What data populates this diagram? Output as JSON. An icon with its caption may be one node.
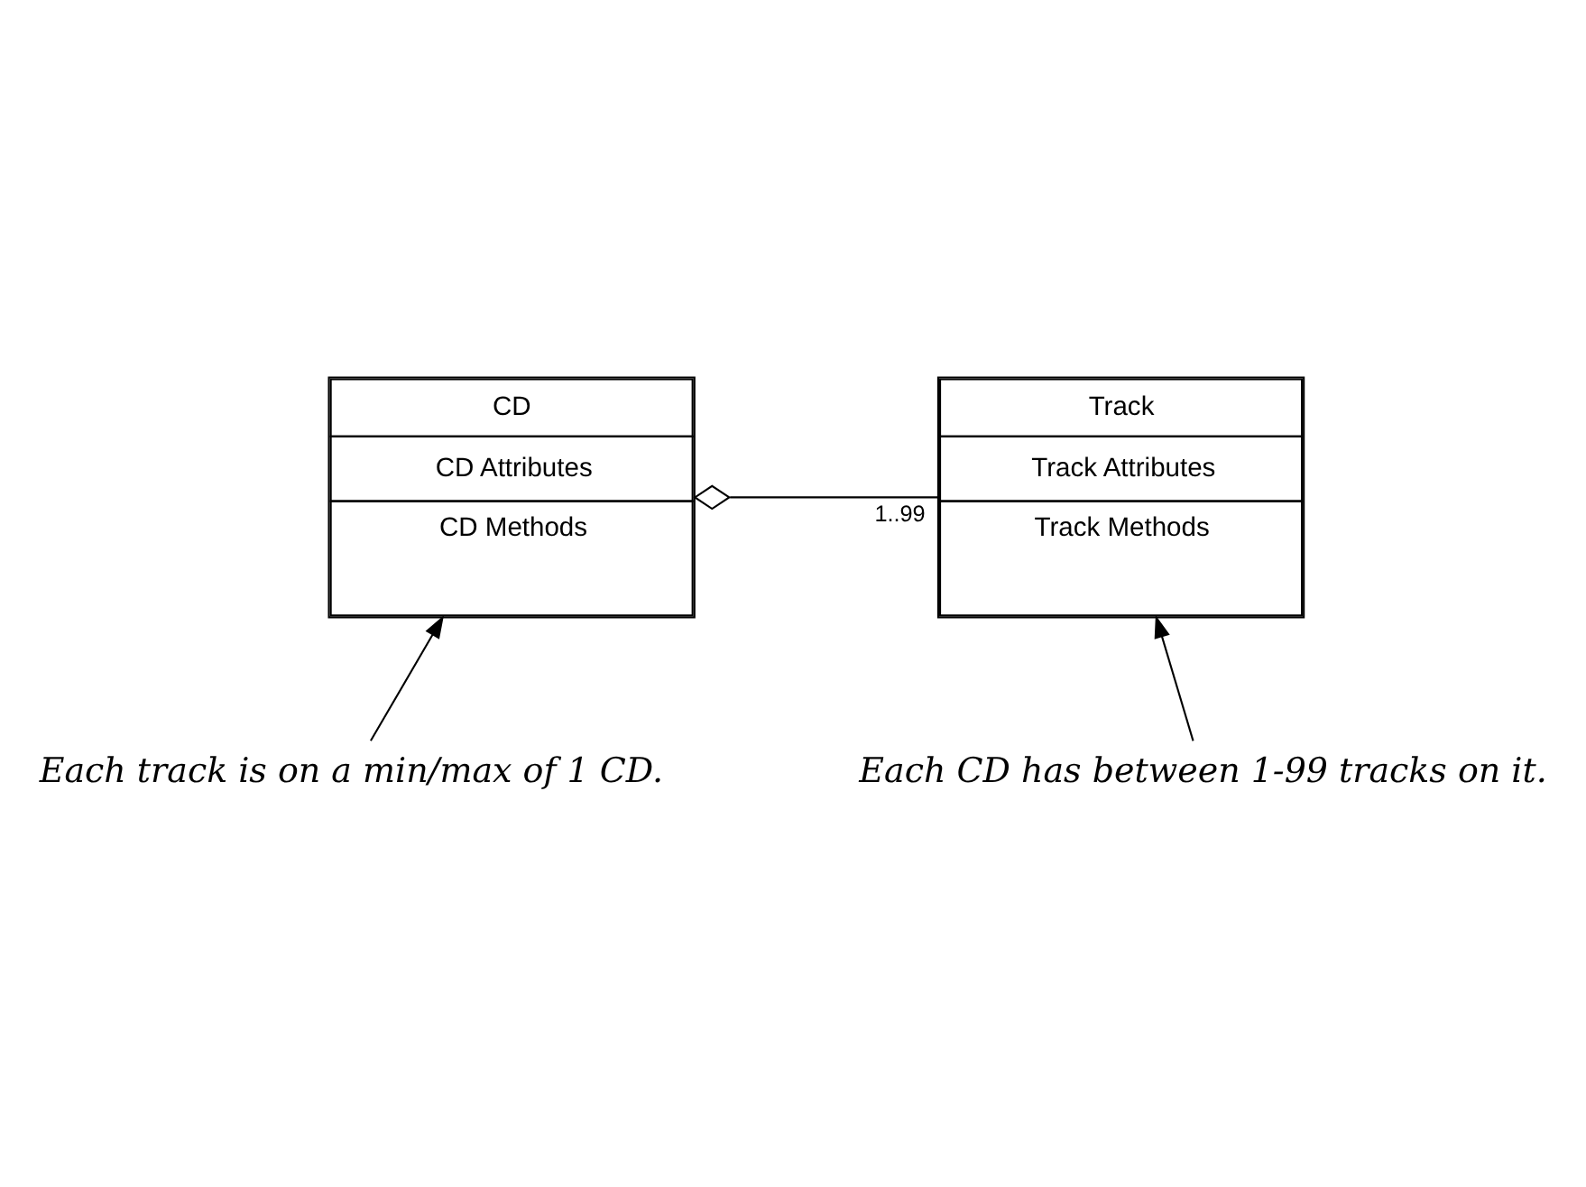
{
  "diagram": {
    "nodes": [
      {
        "text": [
          "CD",
          "CD Attributes",
          "CD Methods"
        ]
      },
      {
        "text": [
          "Track",
          "Track Attributes",
          "Track Methods"
        ]
      },
      {
        "text": [
          "Each track is on a min/max of 1 CD."
        ]
      },
      {
        "text": [
          "Each CD has between 1-99 tracks on it."
        ]
      }
    ],
    "edges": [
      {
        "from": 0,
        "to": 1,
        "arrow": "other",
        "label": "1..99"
      },
      {
        "from": 2,
        "to": 0,
        "arrow": "to"
      },
      {
        "from": 3,
        "to": 1,
        "arrow": "to"
      }
    ]
  }
}
